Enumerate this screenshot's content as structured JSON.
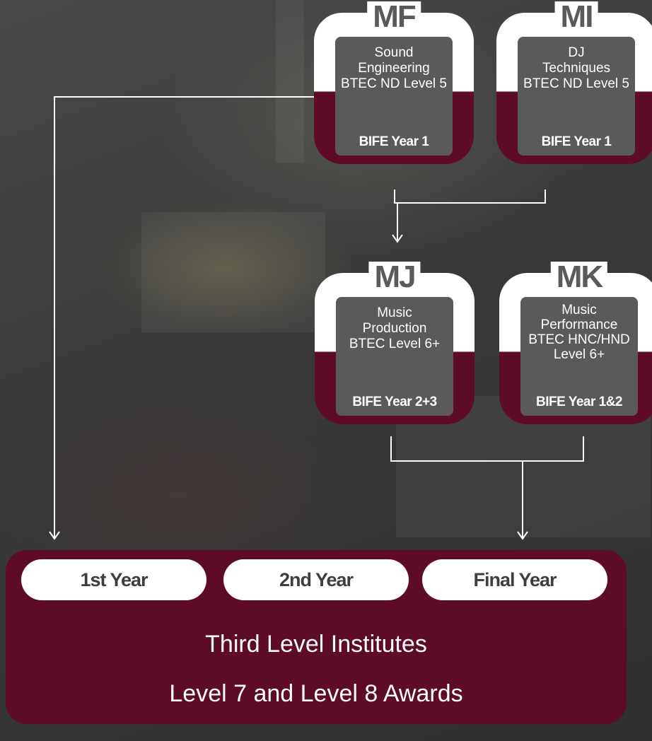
{
  "nodes": [
    {
      "code": "MF",
      "desc": "Sound\nEngineering\nBTEC ND Level 5",
      "year": "BIFE Year 1"
    },
    {
      "code": "MI",
      "desc": "DJ\nTechniques\nBTEC ND Level 5",
      "year": "BIFE Year 1"
    },
    {
      "code": "MJ",
      "desc": "Music\nProduction\nBTEC Level 6+",
      "year": "BIFE Year 2+3"
    },
    {
      "code": "MK",
      "desc": "Music\nPerformance\nBTEC HNC/HND\nLevel 6+",
      "year": "BIFE Year 1&2"
    }
  ],
  "destination": {
    "years": [
      "1st Year",
      "2nd Year",
      "Final Year"
    ],
    "title": "Third Level Institutes",
    "awards": "Level 7 and Level 8 Awards"
  },
  "colors": {
    "maroon": "#5e0b27",
    "panel": "#5a5a5a",
    "ring": "#ffffff"
  }
}
